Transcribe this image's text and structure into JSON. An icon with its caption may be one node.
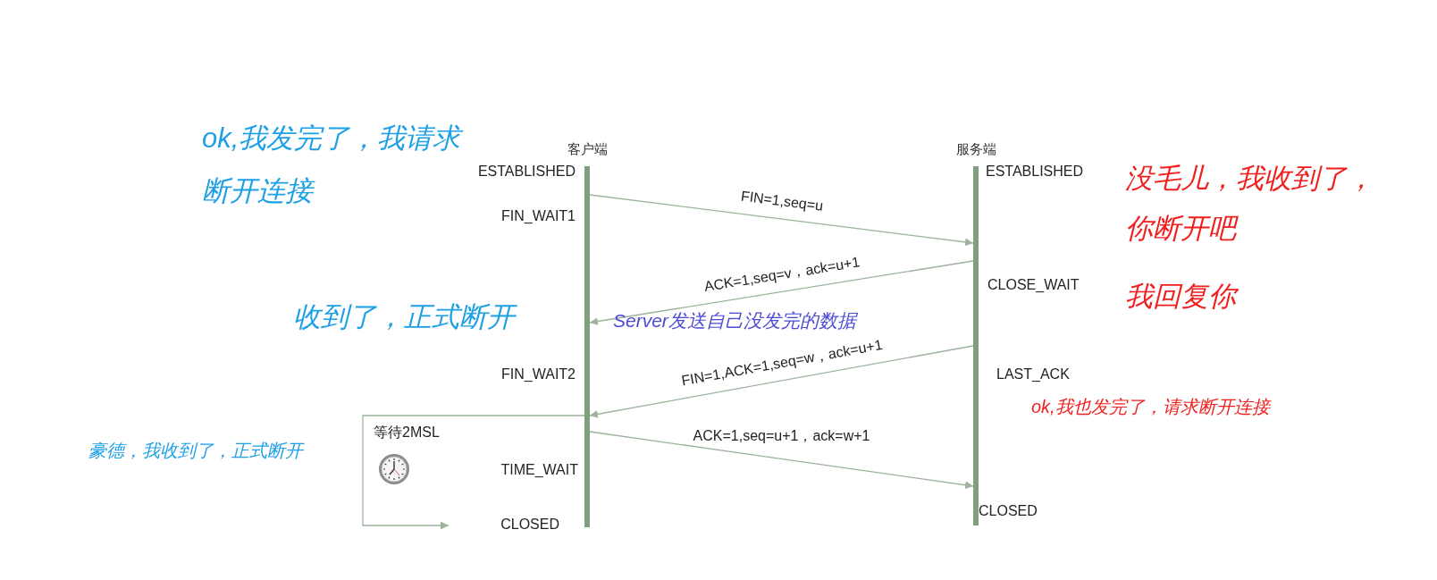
{
  "diagram": {
    "nodes": [
      {
        "text": [
          "客户端"
        ]
      },
      {
        "text": [
          "服务端"
        ]
      }
    ],
    "edges": [
      {
        "from": 0,
        "to": 1,
        "arrow": "to",
        "label": "FIN=1,seq=u"
      },
      {
        "from": 1,
        "to": 0,
        "arrow": "to",
        "label": "ACK=1,seq=v，ack=u+1"
      },
      {
        "from": 1,
        "to": 0,
        "arrow": "to",
        "label": "FIN=1,ACK=1,seq=w，ack=u+1"
      },
      {
        "from": 0,
        "to": 1,
        "arrow": "to",
        "label": "ACK=1,seq=u+1，ack=w+1"
      },
      {
        "from": 0,
        "to": null,
        "arrow": "to"
      }
    ],
    "labels": [
      "ok,我发完了，我请求断开连接",
      "ESTABLISHED",
      "ESTABLISHED",
      "没毛儿，我收到了，你断开吧",
      "FIN_WAIT1",
      "CLOSE_WAIT",
      "我回复你",
      "收到了，正式断开",
      "Server发送自己没发完的数据",
      "FIN_WAIT2",
      "LAST_ACK",
      "ok,我也发完了，请求断开连接",
      "等待2MSL",
      "豪德，我收到了，正式断开",
      "TIME_WAIT",
      "CLOSED",
      "CLOSED"
    ]
  }
}
